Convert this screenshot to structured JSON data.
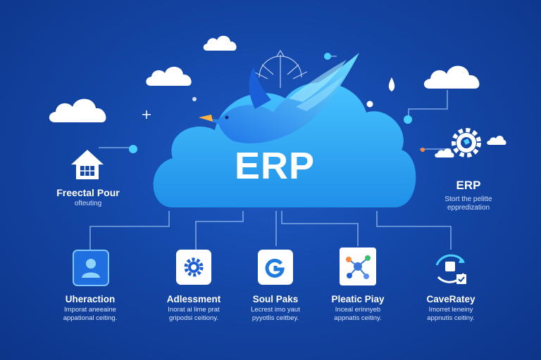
{
  "center": {
    "label": "ERP"
  },
  "left_panel": {
    "title": "Freectal Pour",
    "subtitle": "ofteuting"
  },
  "right_panel": {
    "title": "ERP",
    "subtitle_line1": "Stort the pelitte",
    "subtitle_line2": "eppredization"
  },
  "modules": [
    {
      "title": "Uheraction",
      "desc1": "Imporat aneeaine",
      "desc2": "appational ceiting."
    },
    {
      "title": "Adlessment",
      "desc1": "Inorat ai lime prat",
      "desc2": "gripodsi ceitiony."
    },
    {
      "title": "Soul Paks",
      "desc1": "Lecrest imo yaut",
      "desc2": "pyyotlis ceitbey."
    },
    {
      "title": "Pleatic Piay",
      "desc1": "Inceal erinnyeb",
      "desc2": "appnatis ceitiny."
    },
    {
      "title": "CaveRatey",
      "desc1": "Imorret leneiny",
      "desc2": "appnutis ceitiny."
    }
  ],
  "colors": {
    "background": "#1447a8",
    "cloud": "#2fa8f0",
    "accent": "#49d0ff"
  }
}
